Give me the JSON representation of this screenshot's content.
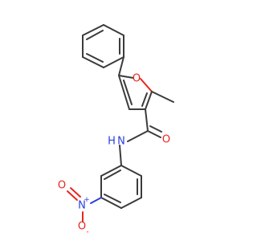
{
  "molecule": {
    "atoms": {
      "furan_oxygen": "O",
      "amide_oxygen": "O",
      "amide_nitrogen": "N",
      "amide_hydrogen": "H",
      "nitro_nitrogen": "N",
      "nitro_charge_plus": "+",
      "nitro_oxygen_top": "O",
      "nitro_oxygen_bottom": "O",
      "nitro_charge_minus": "-"
    },
    "colors": {
      "bond": "#3b3b3b",
      "oxygen": "#e8261c",
      "nitrogen": "#2b3fe0",
      "background": "#ffffff"
    }
  }
}
